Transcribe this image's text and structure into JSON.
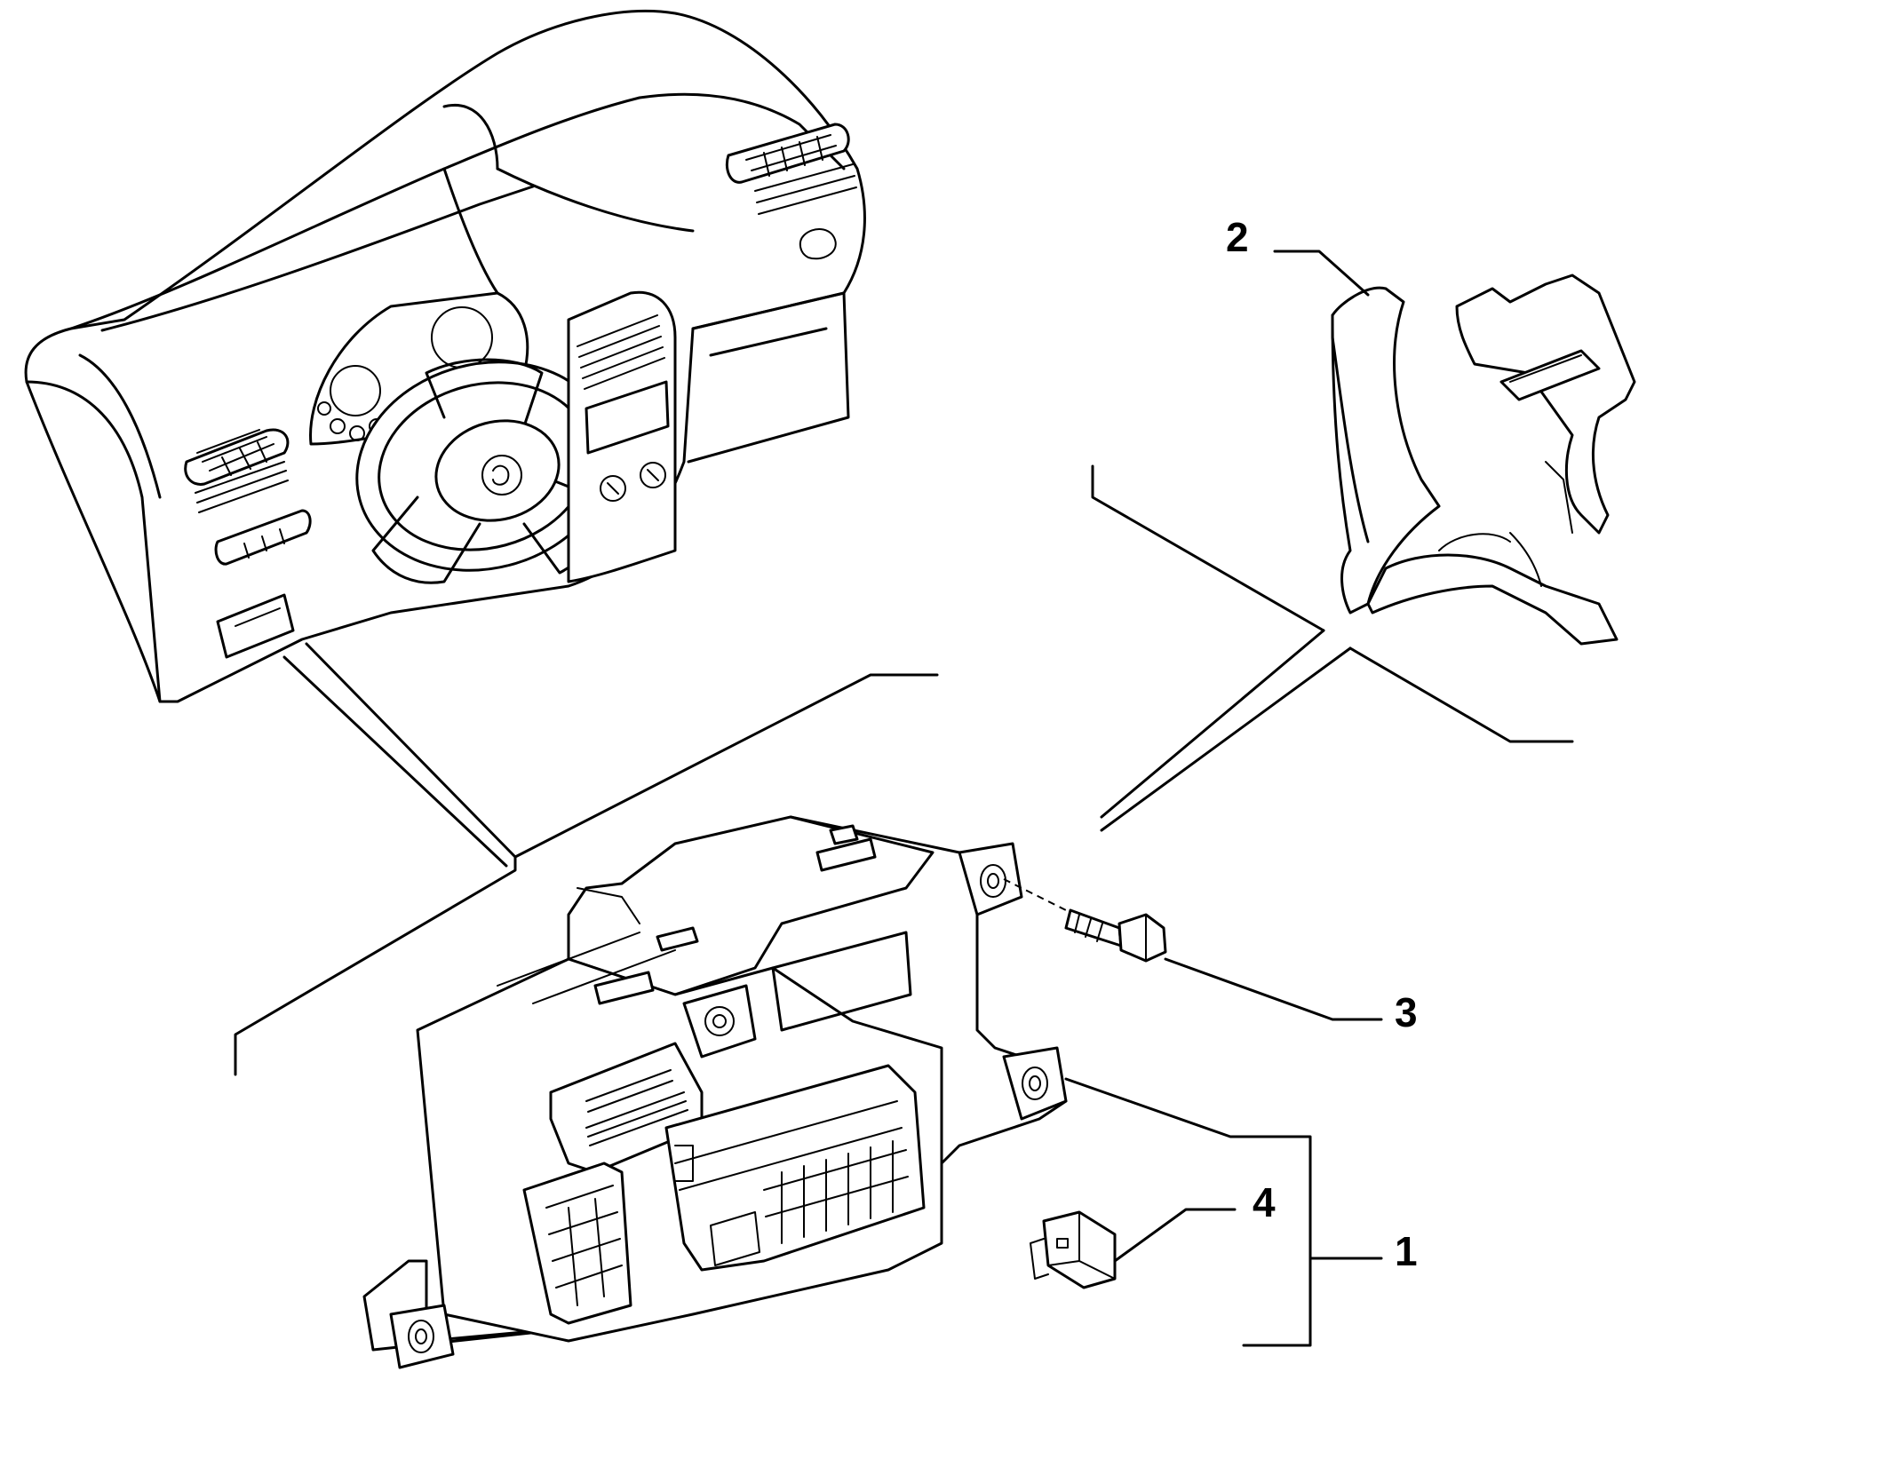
{
  "callouts": [
    {
      "id": "1",
      "label": "1"
    },
    {
      "id": "2",
      "label": "2"
    },
    {
      "id": "3",
      "label": "3"
    },
    {
      "id": "4",
      "label": "4"
    }
  ]
}
